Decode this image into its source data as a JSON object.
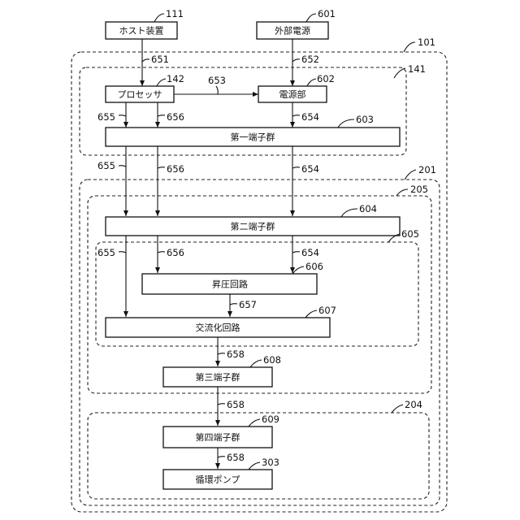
{
  "blocks": {
    "host": "ホスト装置",
    "external_power": "外部電源",
    "processor": "プロセッサ",
    "power_unit": "電源部",
    "terminal_group_1": "第一端子群",
    "terminal_group_2": "第二端子群",
    "boost_circuit": "昇圧回路",
    "ac_circuit": "交流化回路",
    "terminal_group_3": "第三端子群",
    "terminal_group_4": "第四端子群",
    "circulation_pump": "循環ポンプ"
  },
  "refs": {
    "r111": "111",
    "r601": "601",
    "r101": "101",
    "r141": "141",
    "r142": "142",
    "r602": "602",
    "r603": "603",
    "r201": "201",
    "r205": "205",
    "r604": "604",
    "r605": "605",
    "r606": "606",
    "r607": "607",
    "r608": "608",
    "r204": "204",
    "r609": "609",
    "r303": "303"
  },
  "signals": {
    "s651": "651",
    "s652": "652",
    "s653": "653",
    "s655a": "655",
    "s656a": "656",
    "s654a": "654",
    "s655b": "655",
    "s656b": "656",
    "s654b": "654",
    "s655c": "655",
    "s656c": "656",
    "s654c": "654",
    "s657": "657",
    "s658a": "658",
    "s658b": "658",
    "s658c": "658"
  }
}
